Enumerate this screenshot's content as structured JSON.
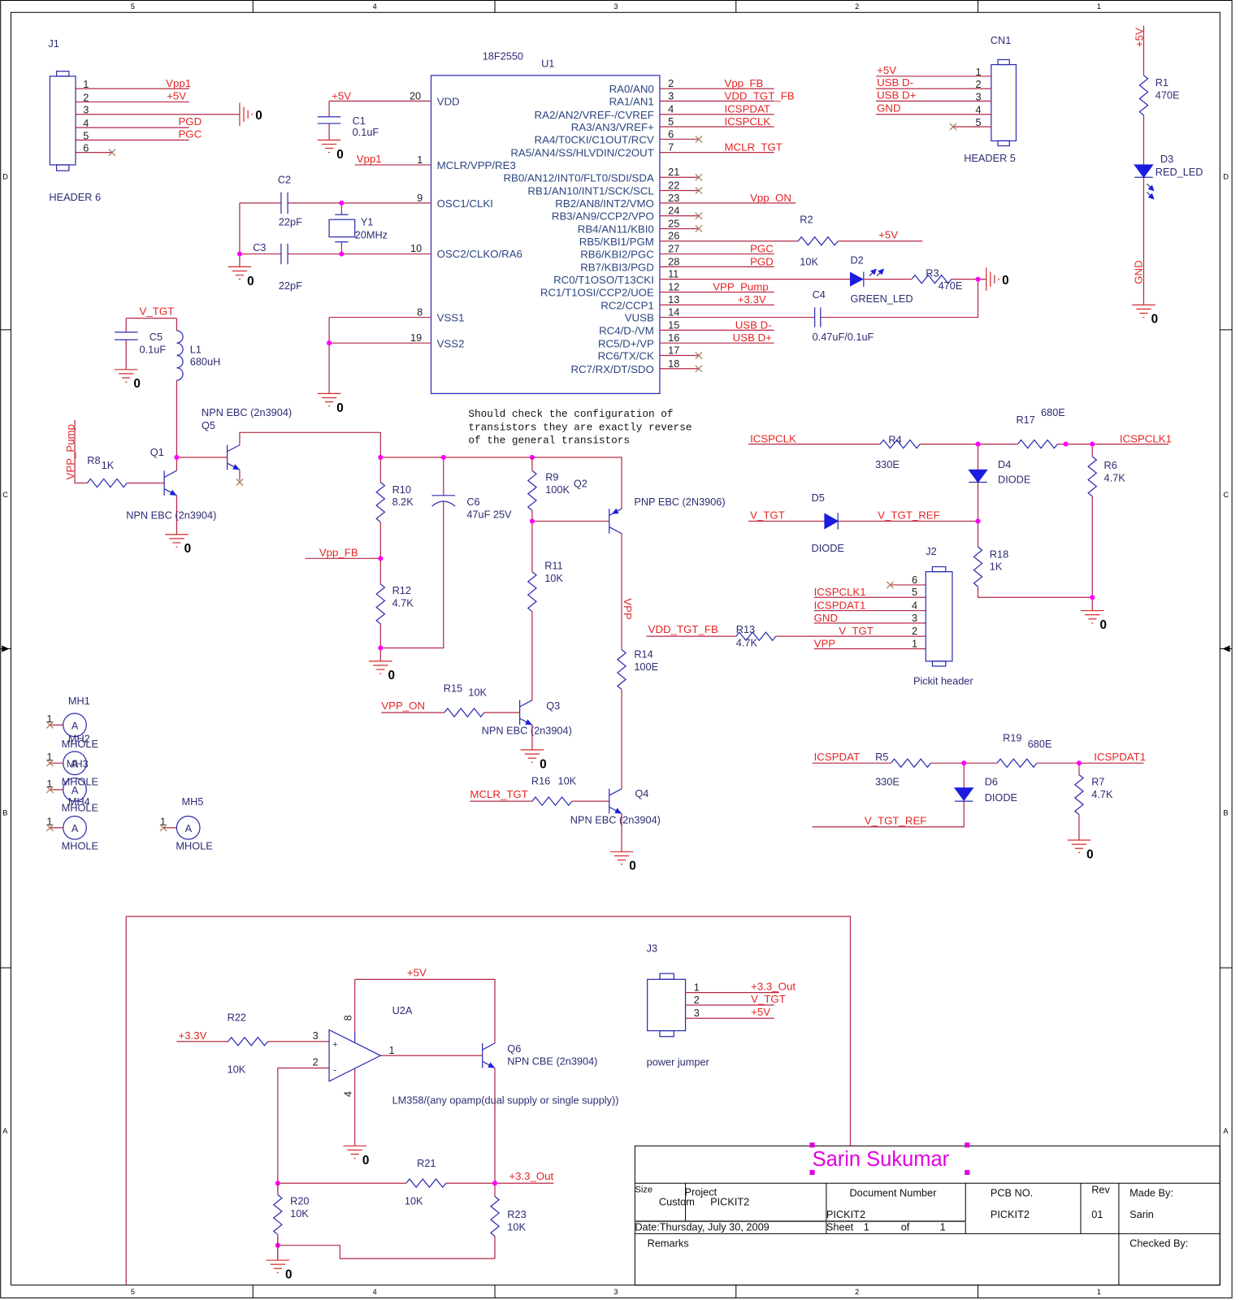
{
  "sheet": {
    "zone_columns": [
      "5",
      "4",
      "3",
      "2",
      "1"
    ],
    "zone_rows": [
      "D",
      "C",
      "B",
      "A"
    ]
  },
  "ground_label": "0",
  "note_lines": [
    "Should check the configuration of",
    "transistors they are exactly reverse",
    "of the general transistors"
  ],
  "nets": {
    "vpp1": "Vpp1",
    "p5v": "+5V",
    "pgd": "PGD",
    "pgc": "PGC",
    "vpp_fb": "Vpp_FB",
    "vdd_tgt_fb": "VDD_TGT_FB",
    "icspdat": "ICSPDAT",
    "icspclk": "ICSPCLK",
    "mclr_tgt": "MCLR_TGT",
    "vpp_on": "VPP_ON",
    "vpp_pump": "VPP_Pump",
    "p3v3": "+3.3V",
    "gnd": "GND",
    "v_tgt": "V_TGT",
    "vpp": "VPP",
    "icspclk1": "ICSPCLK1",
    "icspdat1": "ICSPDAT1",
    "v_tgt_ref": "V_TGT_REF",
    "p3v3_out": "+3.3_Out"
  },
  "components": {
    "J1": {
      "ref": "J1",
      "value": "HEADER 6",
      "pins": [
        "1",
        "2",
        "3",
        "4",
        "5",
        "6"
      ],
      "nets": [
        "Vpp1",
        "+5V",
        "",
        "PGD",
        "PGC",
        ""
      ]
    },
    "CN1": {
      "ref": "CN1",
      "value": "HEADER 5",
      "pins": [
        "1",
        "2",
        "3",
        "4",
        "5"
      ],
      "nets": [
        "+5V",
        "USB D-",
        "USB D+",
        "GND",
        ""
      ]
    },
    "J2": {
      "ref": "J2",
      "value": "Pickit header",
      "pins": [
        "6",
        "5",
        "4",
        "3",
        "2",
        "1"
      ],
      "nets": [
        "",
        "ICSPCLK1",
        "ICSPDAT1",
        "GND",
        "V_TGT",
        "VPP"
      ]
    },
    "J3": {
      "ref": "J3",
      "value": "power jumper",
      "pins": [
        "1",
        "2",
        "3"
      ],
      "nets": [
        "+3.3_Out",
        "V_TGT",
        "+5V"
      ]
    },
    "U1": {
      "ref": "U1",
      "value": "18F2550",
      "pins_left": [
        {
          "num": "20",
          "name": "VDD"
        },
        {
          "num": "1",
          "name": "MCLR/VPP/RE3"
        },
        {
          "num": "9",
          "name": "OSC1/CLKI"
        },
        {
          "num": "10",
          "name": "OSC2/CLKO/RA6"
        },
        {
          "num": "8",
          "name": "VSS1"
        },
        {
          "num": "19",
          "name": "VSS2"
        }
      ],
      "pins_right": [
        {
          "num": "2",
          "name": "RA0/AN0",
          "net": "Vpp_FB"
        },
        {
          "num": "3",
          "name": "RA1/AN1",
          "net": "VDD_TGT_FB"
        },
        {
          "num": "4",
          "name": "RA2/AN2/VREF-/CVREF",
          "net": "ICSPDAT"
        },
        {
          "num": "5",
          "name": "RA3/AN3/VREF+",
          "net": "ICSPCLK"
        },
        {
          "num": "6",
          "name": "RA4/T0CKI/C1OUT/RCV",
          "net": ""
        },
        {
          "num": "7",
          "name": "RA5/AN4/SS/HLVDIN/C2OUT",
          "net": "MCLR_TGT"
        },
        {
          "num": "21",
          "name": "RB0/AN12/INT0/FLT0/SDI/SDA",
          "net": ""
        },
        {
          "num": "22",
          "name": "RB1/AN10/INT1/SCK/SCL",
          "net": ""
        },
        {
          "num": "23",
          "name": "RB2/AN8/INT2/VMO",
          "net": "Vpp_ON"
        },
        {
          "num": "24",
          "name": "RB3/AN9/CCP2/VPO",
          "net": ""
        },
        {
          "num": "25",
          "name": "RB4/AN11/KBI0",
          "net": ""
        },
        {
          "num": "26",
          "name": "RB5/KBI1/PGM",
          "net": ""
        },
        {
          "num": "27",
          "name": "RB6/KBI2/PGC",
          "net": "PGC"
        },
        {
          "num": "28",
          "name": "RB7/KBI3/PGD",
          "net": "PGD"
        },
        {
          "num": "11",
          "name": "RC0/T1OSO/T13CKI",
          "net": ""
        },
        {
          "num": "12",
          "name": "RC1/T1OSI/CCP2/UOE",
          "net": "VPP_Pump"
        },
        {
          "num": "13",
          "name": "RC2/CCP1",
          "net": "+3.3V"
        },
        {
          "num": "14",
          "name": "VUSB",
          "net": ""
        },
        {
          "num": "15",
          "name": "RC4/D-/VM",
          "net": "USB D-"
        },
        {
          "num": "16",
          "name": "RC5/D+/VP",
          "net": "USB D+"
        },
        {
          "num": "17",
          "name": "RC6/TX/CK",
          "net": ""
        },
        {
          "num": "18",
          "name": "RC7/RX/DT/SDO",
          "net": ""
        }
      ]
    },
    "U2A": {
      "ref": "U2A",
      "value": "LM358/(any opamp(dual supply or single supply))",
      "pin_vplus": "8",
      "pin_in_plus": "3",
      "pin_in_minus": "2",
      "pin_vminus": "4",
      "pin_out": "1",
      "sign_plus": "+",
      "sign_minus": "-"
    },
    "C1": {
      "ref": "C1",
      "value": "0.1uF"
    },
    "C2": {
      "ref": "C2",
      "value": "22pF"
    },
    "C3": {
      "ref": "C3",
      "value": "22pF"
    },
    "C4": {
      "ref": "C4",
      "value": "0.47uF/0.1uF"
    },
    "C5": {
      "ref": "C5",
      "value": "0.1uF"
    },
    "C6": {
      "ref": "C6",
      "value": "47uF 25V"
    },
    "Y1": {
      "ref": "Y1",
      "value": "20MHz"
    },
    "L1": {
      "ref": "L1",
      "value": "680uH"
    },
    "R1": {
      "ref": "R1",
      "value": "470E"
    },
    "R2": {
      "ref": "R2",
      "value": "10K"
    },
    "R3": {
      "ref": "R3",
      "value": "470E"
    },
    "R4": {
      "ref": "R4",
      "value": "330E"
    },
    "R5": {
      "ref": "R5",
      "value": "330E"
    },
    "R6": {
      "ref": "R6",
      "value": "4.7K"
    },
    "R7": {
      "ref": "R7",
      "value": "4.7K"
    },
    "R8": {
      "ref": "R8",
      "value": "1K"
    },
    "R9": {
      "ref": "R9",
      "value": "100K"
    },
    "R10": {
      "ref": "R10",
      "value": "8.2K"
    },
    "R11": {
      "ref": "R11",
      "value": "10K"
    },
    "R12": {
      "ref": "R12",
      "value": "4.7K"
    },
    "R13": {
      "ref": "R13",
      "value": "4.7K"
    },
    "R14": {
      "ref": "R14",
      "value": "100E"
    },
    "R15": {
      "ref": "R15",
      "value": "10K"
    },
    "R16": {
      "ref": "R16",
      "value": "10K"
    },
    "R17": {
      "ref": "R17",
      "value": "680E"
    },
    "R18": {
      "ref": "R18",
      "value": "1K"
    },
    "R19": {
      "ref": "R19",
      "value": "680E"
    },
    "R20": {
      "ref": "R20",
      "value": "10K"
    },
    "R21": {
      "ref": "R21",
      "value": "10K"
    },
    "R22": {
      "ref": "R22",
      "value": "10K"
    },
    "R23": {
      "ref": "R23",
      "value": "10K"
    },
    "D2": {
      "ref": "D2",
      "value": "GREEN_LED"
    },
    "D3": {
      "ref": "D3",
      "value": "RED_LED"
    },
    "D4": {
      "ref": "D4",
      "value": "DIODE"
    },
    "D5": {
      "ref": "D5",
      "value": "DIODE"
    },
    "D6": {
      "ref": "D6",
      "value": "DIODE"
    },
    "Q1": {
      "ref": "Q1",
      "value": "NPN EBC (2n3904)"
    },
    "Q2": {
      "ref": "Q2",
      "value": "PNP EBC (2N3906)"
    },
    "Q3": {
      "ref": "Q3",
      "value": "NPN EBC (2n3904)"
    },
    "Q4": {
      "ref": "Q4",
      "value": "NPN EBC (2n3904)"
    },
    "Q5": {
      "ref": "Q5",
      "value": "NPN EBC (2n3904)"
    },
    "Q6": {
      "ref": "Q6",
      "value": "NPN CBE (2n3904)"
    },
    "MH1": {
      "ref": "MH1",
      "value": "MHOLE",
      "pin": "1",
      "mark": "A"
    },
    "MH2": {
      "ref": "MH2",
      "value": "MHOLE",
      "pin": "1",
      "mark": "A"
    },
    "MH3": {
      "ref": "MH3",
      "value": "MHOLE",
      "pin": "1",
      "mark": "A"
    },
    "MH4": {
      "ref": "MH4",
      "value": "MHOLE",
      "pin": "1",
      "mark": "A"
    },
    "MH5": {
      "ref": "MH5",
      "value": "MHOLE",
      "pin": "1",
      "mark": "A"
    }
  },
  "title_block": {
    "designer_banner": "Sarin Sukumar",
    "size_label": "Size",
    "size": "Custom",
    "project_label": "Project",
    "project": "PICKIT2",
    "document_number_label": "Document Number",
    "document_number": "PICKIT2",
    "pcb_no_label": "PCB NO.",
    "pcb_no": "PICKIT2",
    "rev_label": "Rev",
    "rev": "01",
    "made_by_label": "Made By:",
    "made_by": "Sarin",
    "date": "Date:Thursday, July 30, 2009",
    "sheet_label": "Sheet",
    "sheet": "1",
    "of_label": "of",
    "sheet_total": "1",
    "remarks_label": "Remarks",
    "checked_by_label": "Checked By:"
  },
  "colors": {
    "wire": "#b42846",
    "component": "#2b2bb0",
    "net_label": "#e42424",
    "junction": "#ff00ff",
    "designer_banner": "#e000e0"
  }
}
